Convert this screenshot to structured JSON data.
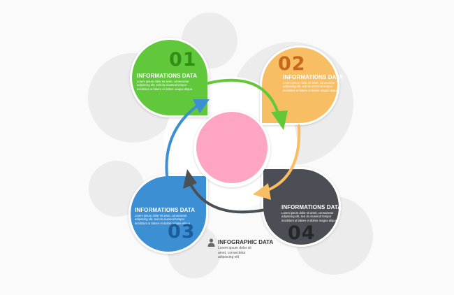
{
  "colors": {
    "green": "#62c83a",
    "orange": "#f7be63",
    "blue": "#3d8fd4",
    "dark": "#4b5054",
    "pink": "#fea5c3",
    "grey_circle": "#ececec"
  },
  "steps": [
    {
      "number": "01",
      "title": "INFORMATIONS DATA",
      "text": "Lorem ipsum dolor sit amet, consectetur adipiscing elit, sed do eiusmod tempor incididunt ut labore et dolore magna aliqua"
    },
    {
      "number": "02",
      "title": "INFORMATIONS DATA",
      "text": "Lorem ipsum dolor sit amet, consectetur adipiscing elit, sed do eiusmod tempor incididunt ut labore et dolore magna aliqua"
    },
    {
      "number": "03",
      "title": "INFORMATIONS DATA",
      "text": "Lorem ipsum dolor sit amet, consectetur adipiscing elit, sed do eiusmod tempor incididunt ut labore et dolore magna aliqua"
    },
    {
      "number": "04",
      "title": "INFORMATIONS DATA",
      "text": "Lorem ipsum dolor sit amet, consectetur adipiscing elit, sed do eiusmod tempor incididunt ut labore et dolore magna aliqua"
    }
  ],
  "caption": {
    "title": "INFOGRAPHIC DATA",
    "text": "Lorem ipsum dolor sit amet, consectetur adipiscing elit",
    "icon": "person-icon"
  }
}
